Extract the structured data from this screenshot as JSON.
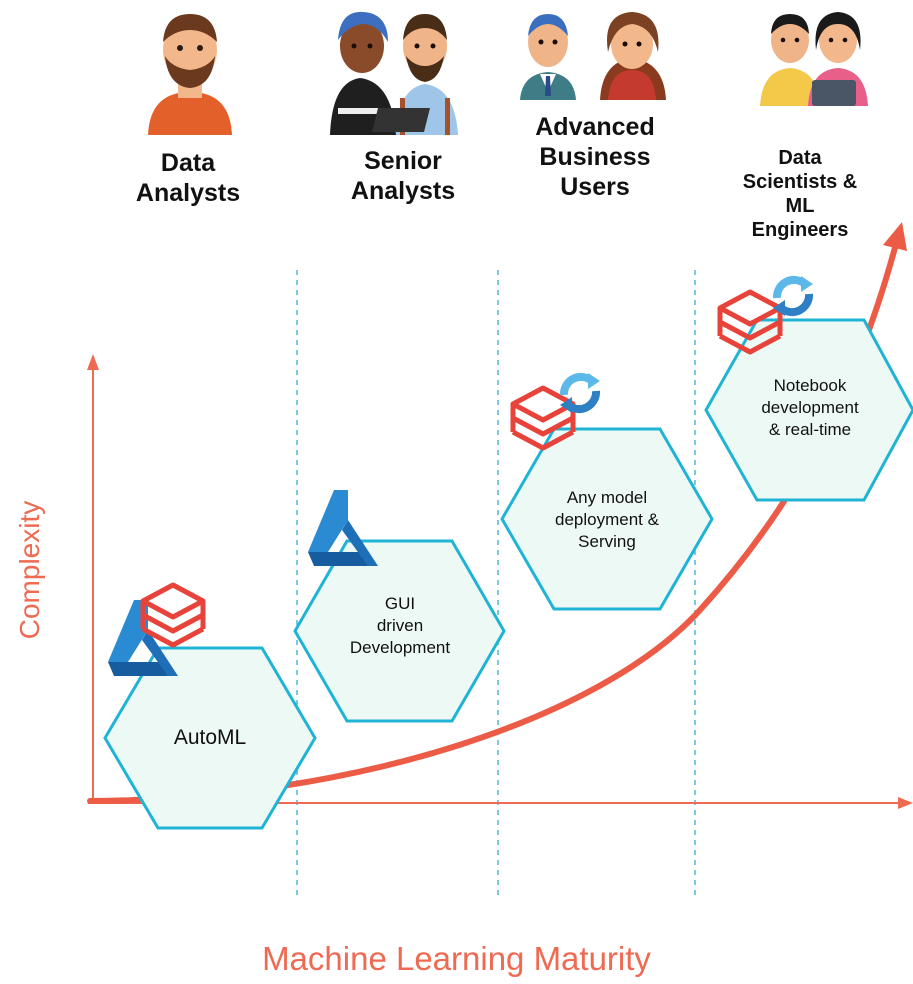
{
  "colors": {
    "axis": "#ee6a52",
    "curve": "#ec5b46",
    "hex_stroke": "#1fb3d6",
    "hex_fill": "#edf9f5",
    "divider": "#4fb6de",
    "databricks_red": "#e8433a",
    "azure_blue": "#1f6fb8",
    "refresh_blue": "#5bb8e8"
  },
  "personas": [
    {
      "name": "data-analysts",
      "label": "Data\nAnalysts",
      "icon": "person-bearded-icon"
    },
    {
      "name": "senior-analysts",
      "label": "Senior\nAnalysts",
      "icon": "two-people-icon"
    },
    {
      "name": "advanced-business-users",
      "label": "Advanced\nBusiness\nUsers",
      "icon": "business-people-icon"
    },
    {
      "name": "data-scientists",
      "label": "Data\nScientists &\nML\nEngineers",
      "icon": "people-with-tablet-icon"
    }
  ],
  "stages": [
    {
      "name": "automl",
      "label": "AutoML",
      "icons": [
        "azure-ml-icon",
        "databricks-icon"
      ]
    },
    {
      "name": "gui-driven-development",
      "label": "GUI\ndriven\nDevelopment",
      "icons": [
        "azure-ml-icon"
      ]
    },
    {
      "name": "any-model-deployment",
      "label": "Any model\ndeployment &\nServing",
      "icons": [
        "databricks-icon",
        "refresh-icon"
      ]
    },
    {
      "name": "notebook-development",
      "label": "Notebook\ndevelopment\n& real-time",
      "icons": [
        "databricks-icon",
        "refresh-icon"
      ]
    }
  ],
  "axes": {
    "y_label": "Complexity",
    "x_label": "Machine Learning Maturity"
  }
}
